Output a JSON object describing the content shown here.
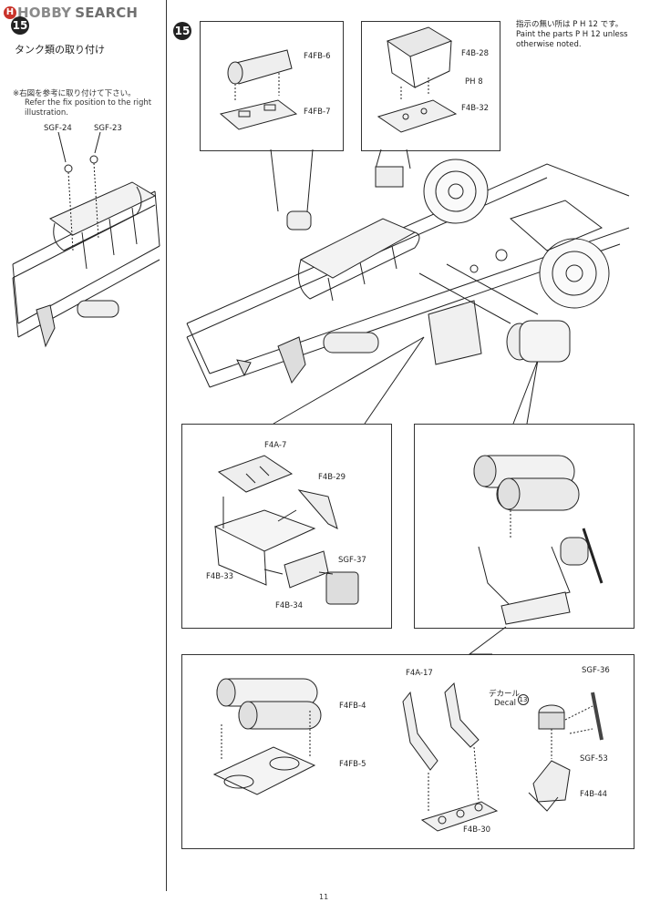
{
  "watermark": {
    "hobby": "HOBBY",
    "search": "SEARCH",
    "h": "H"
  },
  "step": {
    "number": "15"
  },
  "left_column": {
    "title_jp": "タンク類の取り付け",
    "note_jp": "※右図を参考に取り付けて下さい。",
    "note_en": "Refer the fix position to the right illustration.",
    "part_a": "SGF-24",
    "part_b": "SGF-23"
  },
  "paint_note": {
    "jp": "指示の無い所は P H 12 です。",
    "en_line1": "Paint the parts P H 12 unless",
    "en_line2": "otherwise noted."
  },
  "detail_1": {
    "part_top": "F4FB-6",
    "part_bottom": "F4FB-7"
  },
  "detail_2": {
    "part_top": "F4B-28",
    "paint": "PH 8",
    "part_bottom": "F4B-32"
  },
  "detail_3": {
    "p1": "F4A-7",
    "p2": "F4B-29",
    "p3": "SGF-37",
    "p4": "F4B-33",
    "p5": "F4B-34"
  },
  "detail_5": {
    "p1": "F4FB-4",
    "p2": "F4FB-5"
  },
  "detail_6": {
    "p1": "F4A-17",
    "decal_jp": "デカール",
    "decal_en": "Decal",
    "decal_no": "13",
    "p2": "SGF-36",
    "p3": "SGF-53",
    "p4": "F4B-44",
    "p5": "F4B-30"
  },
  "page_number": "11"
}
